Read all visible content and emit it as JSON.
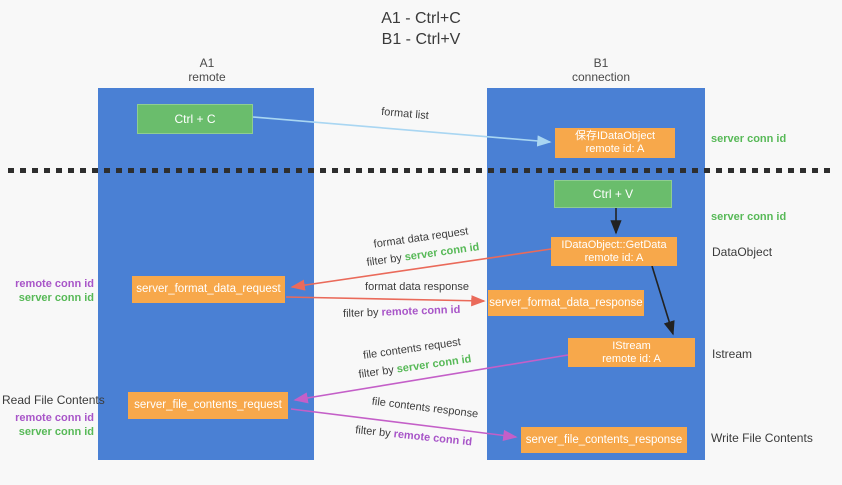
{
  "title": {
    "line1": "A1 - Ctrl+C",
    "line2": "B1 - Ctrl+V"
  },
  "lanes": {
    "left": {
      "name": "A1",
      "role": "remote"
    },
    "right": {
      "name": "B1",
      "role": "connection"
    }
  },
  "boxes": {
    "ctrl_c": "Ctrl + C",
    "ctrl_v": "Ctrl + V",
    "save_dataobject": {
      "line1": "保存IDataObject",
      "line2": "remote id: A"
    },
    "getdata": {
      "line1": "IDataObject::GetData",
      "line2": "remote id: A"
    },
    "istream": {
      "line1": "IStream",
      "line2": "remote id: A"
    },
    "format_request": "server_format_data_request",
    "format_response": "server_format_data_response",
    "file_request": "server_file_contents_request",
    "file_response": "server_file_contents_response"
  },
  "arrow_labels": {
    "format_list": "format list",
    "format_data_request": "format data request",
    "format_data_response": "format data response",
    "file_contents_request": "file contents request",
    "file_contents_response": "file contents response",
    "filter_by": "filter by",
    "server_conn_id": "server conn id",
    "remote_conn_id": "remote conn id"
  },
  "side_labels": {
    "server_conn_id": "server conn id",
    "remote_conn_id": "remote conn id",
    "dataobject": "DataObject",
    "istream": "Istream",
    "read_file_contents": "Read File Contents",
    "write_file_contents": "Write File Contents"
  },
  "colors": {
    "lane_blue": "#4a80d4",
    "box_green": "#6abd6c",
    "box_orange": "#f7a84b",
    "text_green": "#57b957",
    "text_purple": "#a855c8",
    "arrow_red": "#ea6a5a",
    "arrow_magenta": "#c45fc8",
    "arrow_lightblue": "#a9d6f2",
    "arrow_black": "#222222",
    "dotted_line": "#2e2e2e"
  }
}
